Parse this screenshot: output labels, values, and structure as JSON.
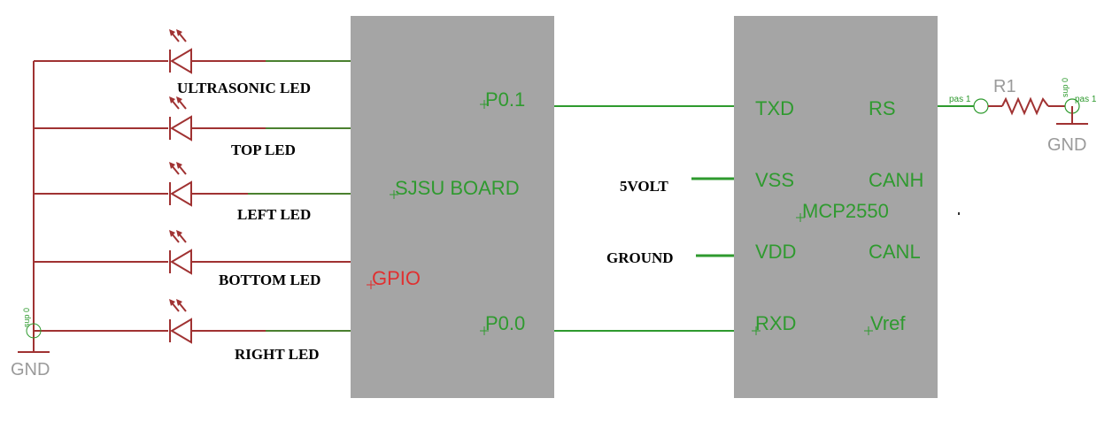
{
  "colors": {
    "wire_red": "#a03232",
    "wire_green": "#2e9a2e",
    "block_gray": "#a5a5a5",
    "label_green": "#2f9a2f",
    "label_red": "#e03030",
    "label_gray": "#9a9a9a",
    "label_black": "#000000"
  },
  "led_labels": [
    "ULTRASONIC LED",
    "TOP LED",
    "LEFT LED",
    "BOTTOM LED",
    "RIGHT LED"
  ],
  "led_icon": "led-diode-icon",
  "ground_icon": "ground-symbol-icon",
  "resistor_icon": "resistor-zigzag-icon",
  "sjsu_board": {
    "name": "SJSU BOARD",
    "gpio": "GPIO",
    "pins": [
      "P0.1",
      "P0.0"
    ]
  },
  "mcp2550": {
    "name": "MCP2550",
    "left_pins": [
      "TXD",
      "VSS",
      "VDD",
      "RXD"
    ],
    "right_pins": [
      "RS",
      "CANH",
      "CANL",
      "Vref"
    ]
  },
  "power_labels": {
    "five_volt": "5VOLT",
    "ground": "GROUND"
  },
  "gnd_left": {
    "label": "GND",
    "pin": "sup 0"
  },
  "resistor": {
    "name": "R1",
    "pin_left": "pas 1",
    "pin_right": "pas 1",
    "supply_pin": "sup 0",
    "gnd": "GND"
  }
}
